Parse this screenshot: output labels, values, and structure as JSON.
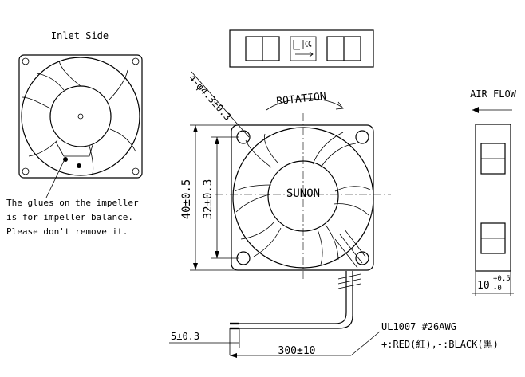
{
  "inlet": {
    "title": "Inlet Side",
    "note_line1": "The glues on the impeller",
    "note_line2": "is for impeller balance.",
    "note_line3": "Please don't remove it."
  },
  "front": {
    "brand": "SUNON",
    "rotation": "ROTATION",
    "holes": "4-φ4.3±0.3",
    "dim_outer": "40±0.5",
    "dim_inner": "32±0.3"
  },
  "side": {
    "airflow": "AIR FLOW",
    "thickness": "10",
    "thickness_upper": "+0.5",
    "thickness_lower": "-0"
  },
  "cable": {
    "spec": "UL1007  #26AWG",
    "colors": "+:RED(紅),-:BLACK(黑)",
    "strip": "5±0.3",
    "length": "300±10"
  }
}
